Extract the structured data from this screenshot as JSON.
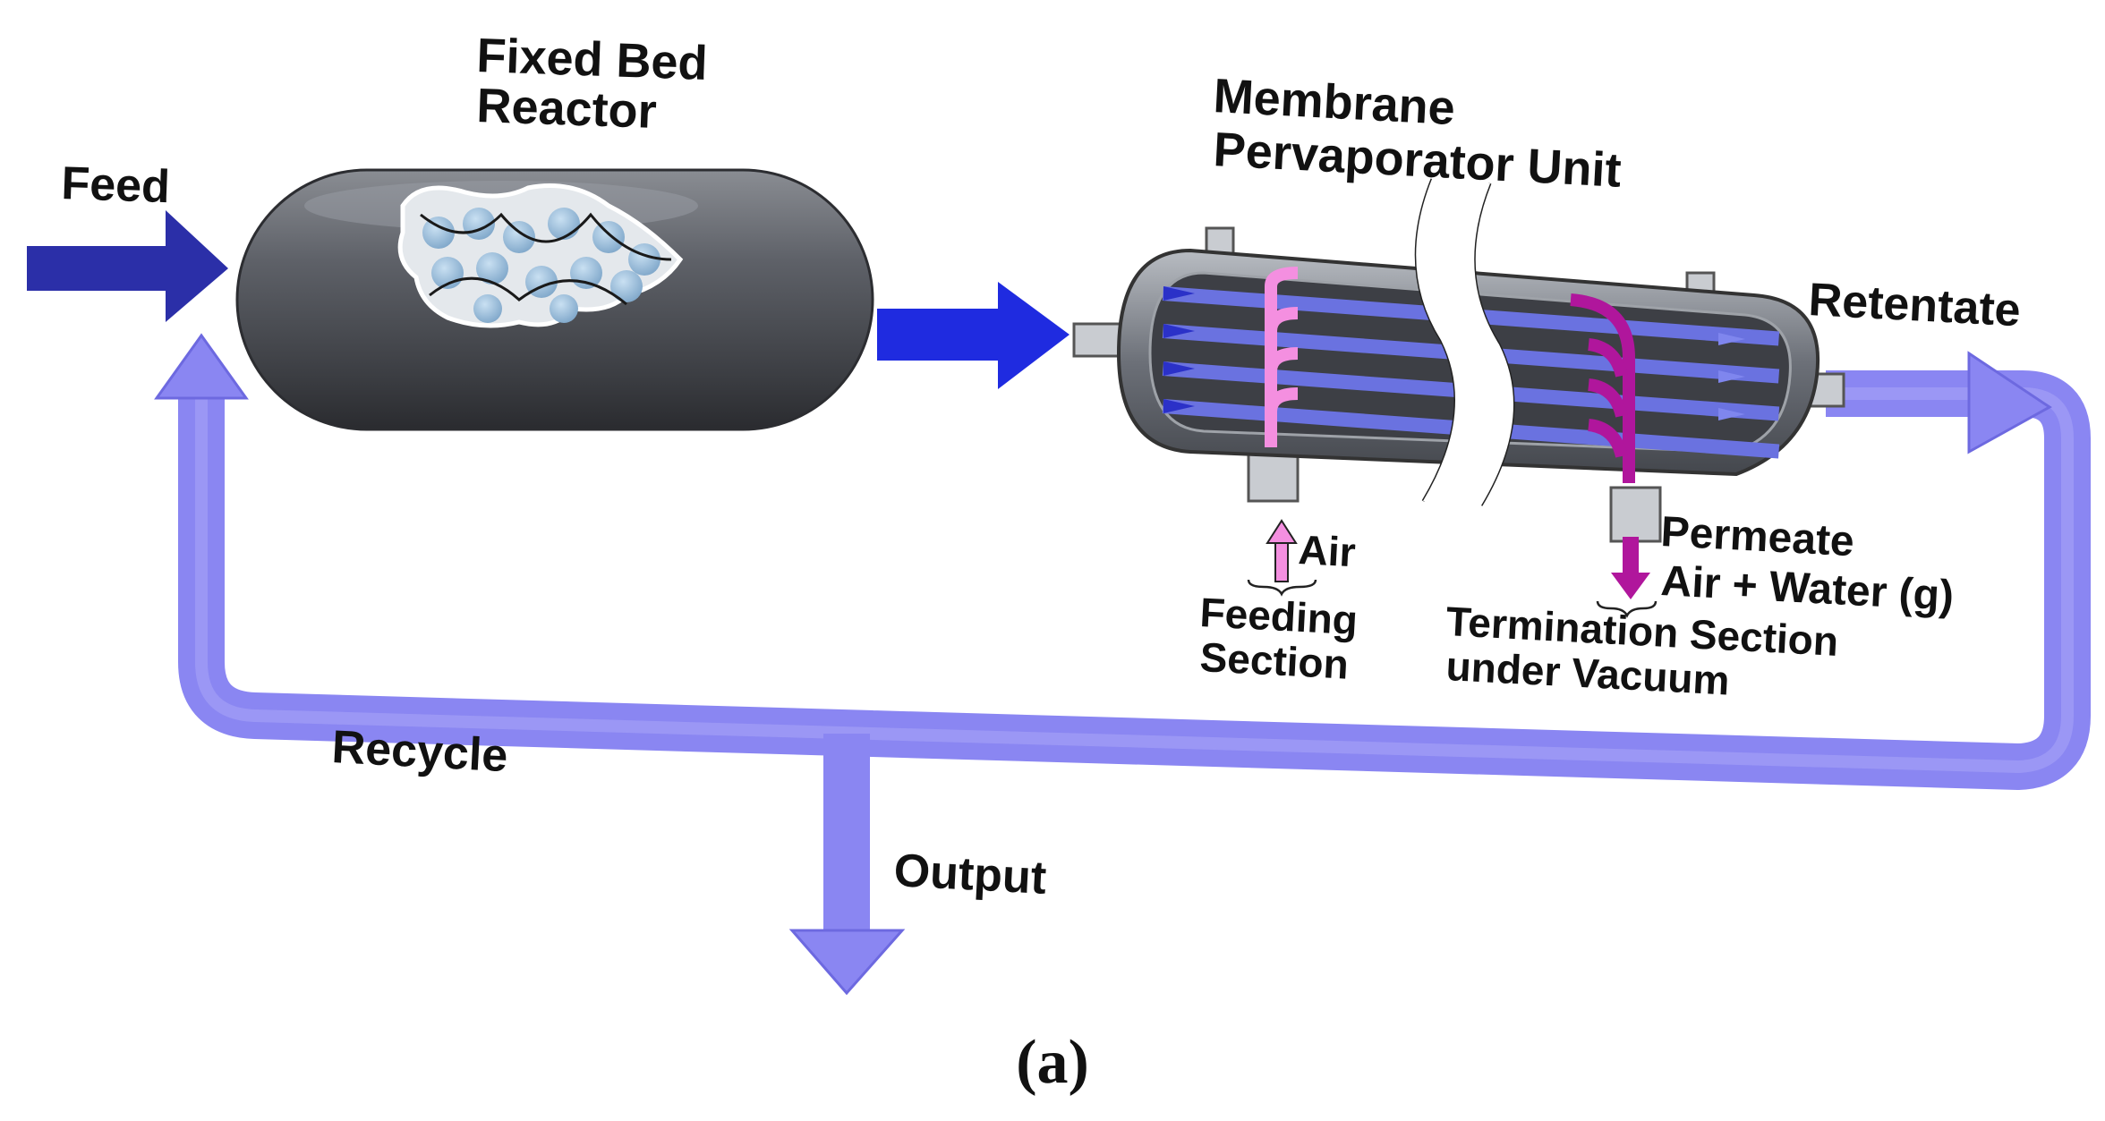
{
  "labels": {
    "feed": "Feed",
    "reactor_line1": "Fixed Bed",
    "reactor_line2": "Reactor",
    "membrane_line1": "Membrane",
    "membrane_line2": "Pervaporator Unit",
    "retentate": "Retentate",
    "air": "Air",
    "feeding_line1": "Feeding",
    "feeding_line2": "Section",
    "permeate_line1": "Permeate",
    "permeate_line2": "Air + Water (g)",
    "termination_line1": "Termination Section",
    "termination_line2": "under Vacuum",
    "recycle": "Recycle",
    "output": "Output",
    "caption": "(a)"
  },
  "colors": {
    "feed_arrow": "#2b2fa8",
    "process_arrow": "#1f2be0",
    "recycle_loop": "#8a86f2",
    "reactor_body": "#5e6168",
    "catalyst_beads": "#8fb4d6",
    "tube_arrows": "#3a43c9",
    "air_flow": "#f48fe0",
    "permeate_flow": "#b0169c"
  }
}
